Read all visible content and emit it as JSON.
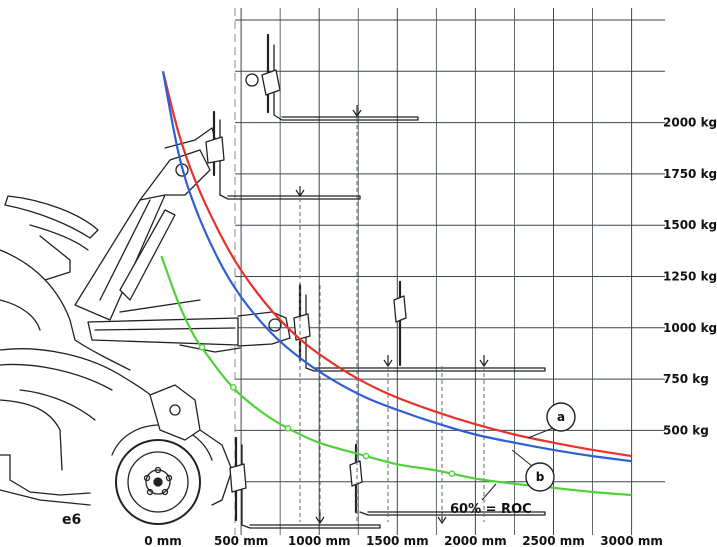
{
  "figure_id": "e6",
  "chart_data": {
    "type": "line",
    "x_ticks": [
      "0 mm",
      "500 mm",
      "1000 mm",
      "1500 mm",
      "2000 mm",
      "2500 mm",
      "3000 mm"
    ],
    "x_values": [
      0,
      500,
      1000,
      1500,
      2000,
      2500,
      3000
    ],
    "y_ticks": [
      "500 kg",
      "750 kg",
      "1000 kg",
      "1250 kg",
      "1500 kg",
      "1750 kg",
      "2000 kg"
    ],
    "y_values": [
      500,
      750,
      1000,
      1250,
      1500,
      1750,
      2000
    ],
    "xlim": [
      0,
      3000
    ],
    "ylim": [
      0,
      2500
    ],
    "grid": true,
    "series": [
      {
        "name": "a",
        "color": "#e8312b",
        "x": [
          0,
          100,
          200,
          350,
          500,
          700,
          900,
          1100,
          1300,
          1500,
          1750,
          2000,
          2250,
          2500,
          2750,
          3000
        ],
        "y": [
          2250,
          1950,
          1730,
          1480,
          1280,
          1080,
          930,
          820,
          730,
          660,
          590,
          530,
          480,
          440,
          405,
          375
        ]
      },
      {
        "name": "b",
        "color": "#2e5fd6",
        "x": [
          0,
          100,
          200,
          350,
          500,
          700,
          900,
          1100,
          1300,
          1500,
          1750,
          2000,
          2250,
          2500,
          2750,
          3000
        ],
        "y": [
          2250,
          1850,
          1600,
          1340,
          1150,
          970,
          840,
          740,
          660,
          600,
          535,
          480,
          440,
          405,
          375,
          350
        ]
      },
      {
        "name": "60% = ROC",
        "color": "#4fd13a",
        "x": [
          -10,
          100,
          200,
          300,
          400,
          500,
          650,
          800,
          1000,
          1250,
          1500,
          1750,
          2000,
          2250,
          2500,
          2750,
          3000
        ],
        "y": [
          1350,
          1120,
          960,
          850,
          750,
          670,
          580,
          510,
          440,
          385,
          335,
          305,
          265,
          240,
          220,
          200,
          185
        ]
      }
    ],
    "markers": [
      {
        "series": "60% = ROC",
        "x": [
          250,
          450,
          800,
          1300,
          1850
        ]
      }
    ],
    "annotations": [
      {
        "label": "a",
        "target": "a"
      },
      {
        "label": "b",
        "target": "b"
      },
      {
        "label": "60% = ROC",
        "target": "60% = ROC"
      }
    ]
  },
  "colors": {
    "grid": "#3d4650",
    "drawing": "#222222",
    "red": "#e8312b",
    "blue": "#2e5fd6",
    "green": "#4fd13a"
  }
}
